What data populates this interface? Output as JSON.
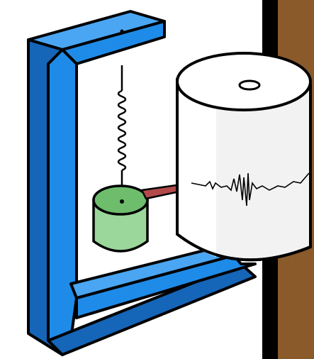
{
  "diagram": {
    "subject": "seismograph",
    "colors": {
      "frame": "#1f8be8",
      "frame_dark": "#1565b8",
      "outline": "#000000",
      "wall": "#8a5a2b",
      "mass": "#9bd69b",
      "mass_top": "#6dbd6d",
      "drum": "#f2f2f2",
      "drum_shade": "#d8d8d8",
      "pen": "#b24a4a",
      "background": "#ffffff"
    },
    "parts": [
      "frame",
      "spring",
      "weight",
      "pen",
      "rotating-drum",
      "seismic-trace",
      "wall"
    ]
  }
}
